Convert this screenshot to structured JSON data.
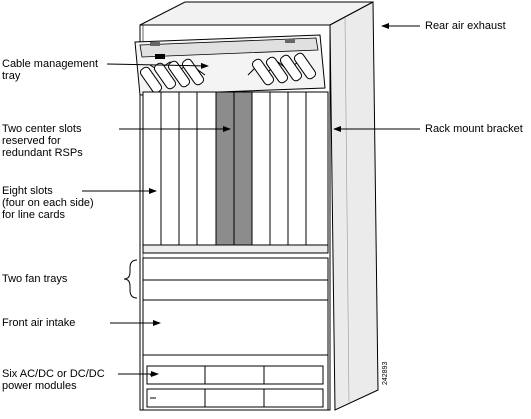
{
  "figure_id": "242893",
  "labels": {
    "rear_air_exhaust": "Rear air exhaust",
    "cable_management_tray": [
      "Cable management",
      "tray"
    ],
    "center_slots": [
      "Two center slots",
      "reserved for",
      "redundant RSPs"
    ],
    "rack_mount_bracket": "Rack mount bracket",
    "eight_slots": [
      "Eight slots",
      "(four on each side)",
      "for line cards"
    ],
    "fan_trays": "Two fan trays",
    "front_air_intake": "Front air intake",
    "power_modules": [
      "Six AC/DC or DC/DC",
      "power modules"
    ]
  },
  "colors": {
    "line": "#000000",
    "rsp_slot_fill": "#8c8c8c",
    "chassis_fill": "#ffffff",
    "side_fill": "#ebebeb",
    "top_fill": "#f2f2f2"
  }
}
